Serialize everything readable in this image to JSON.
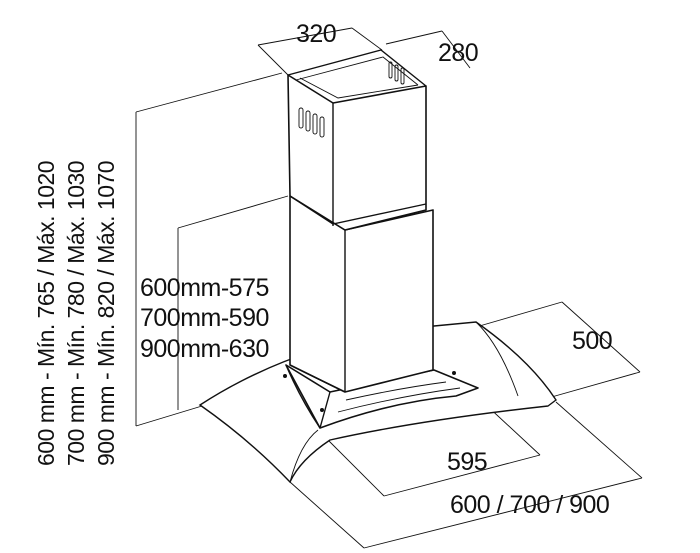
{
  "diagram": {
    "colors": {
      "line": "#111111",
      "background": "#ffffff"
    },
    "labels": {
      "top_width": "320",
      "top_depth": "280",
      "hood_depth": "500",
      "inner_width": "595",
      "outer_width": "600 / 700 / 900",
      "glass_height": [
        "600mm-575",
        "700mm-590",
        "900mm-630"
      ],
      "total_height": [
        "600 mm - Mín. 765 / Máx. 1020",
        "700 mm - Mín. 780 / Máx. 1030",
        "900 mm - Mín. 820 / Máx. 1070"
      ]
    }
  }
}
